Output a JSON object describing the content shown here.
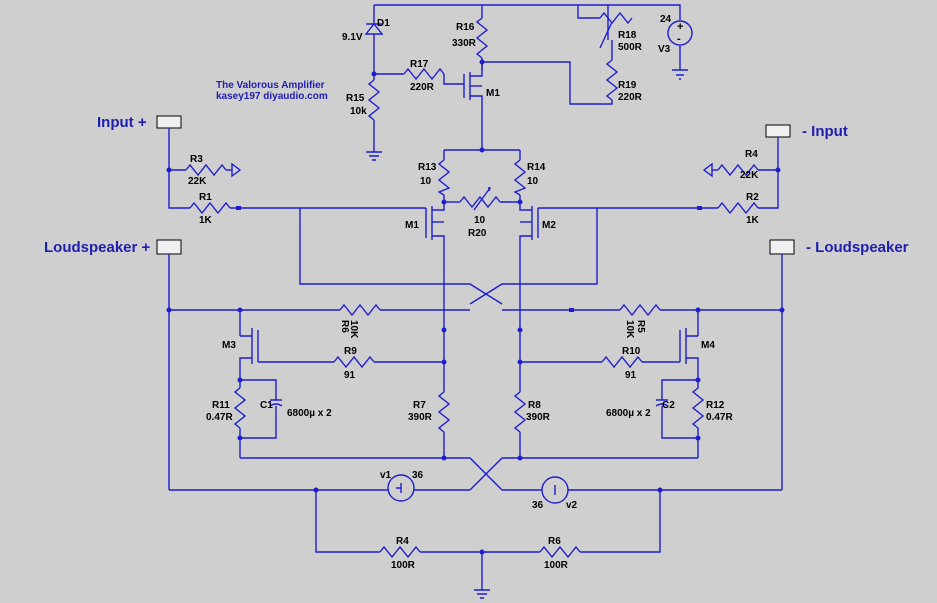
{
  "title": {
    "line1": "The Valorous Amplifier",
    "line2": "kasey197 diyaudio.com"
  },
  "ports": {
    "input_plus": "Input +",
    "input_minus": "- Input",
    "ls_plus": "Loudspeaker +",
    "ls_minus": "- Loudspeaker"
  },
  "labels": {
    "d1": "D1",
    "d1_val": "9.1V",
    "r16": "R16",
    "r16_val": "330R",
    "r18": "R18",
    "r18_val": "500R",
    "r19": "R19",
    "r19_val": "220R",
    "v3": "V3",
    "v3_val": "24",
    "r17": "R17",
    "r17_val": "220R",
    "r15": "R15",
    "r15_val": "10k",
    "m1top": "M1",
    "r3": "R3",
    "r3_val": "22K",
    "r1": "R1",
    "r1_val": "1K",
    "r4": "R4",
    "r4_val": "22K",
    "r2": "R2",
    "r2_val": "1K",
    "r13": "R13",
    "r13_val": "10",
    "r14": "R14",
    "r14_val": "10",
    "r20_val": "10",
    "r20": "R20",
    "m1": "M1",
    "m2": "M2",
    "r6mid": "R6",
    "r6mid_val": "10K",
    "r5": "R5",
    "r5_val": "10K",
    "m3": "M3",
    "m4": "M4",
    "r9": "R9",
    "r9_val": "91",
    "r10": "R10",
    "r10_val": "91",
    "r11": "R11",
    "r11_val": "0.47R",
    "c1": "C1",
    "c1_val": "6800µ x 2",
    "c2": "C2",
    "c2_val": "6800µ x 2",
    "r12": "R12",
    "r12_val": "0.47R",
    "r7": "R7",
    "r7_val": "390R",
    "r8": "R8",
    "r8_val": "390R",
    "v1": "v1",
    "v1_val": "36",
    "v2": "v2",
    "v2_val": "36",
    "r4b": "R4",
    "r4b_val": "100R",
    "r6b": "R6",
    "r6b_val": "100R"
  },
  "colors": {
    "wire": "#1e1ecf",
    "background": "#cfcfcf",
    "port_text": "#1e1eaf"
  }
}
